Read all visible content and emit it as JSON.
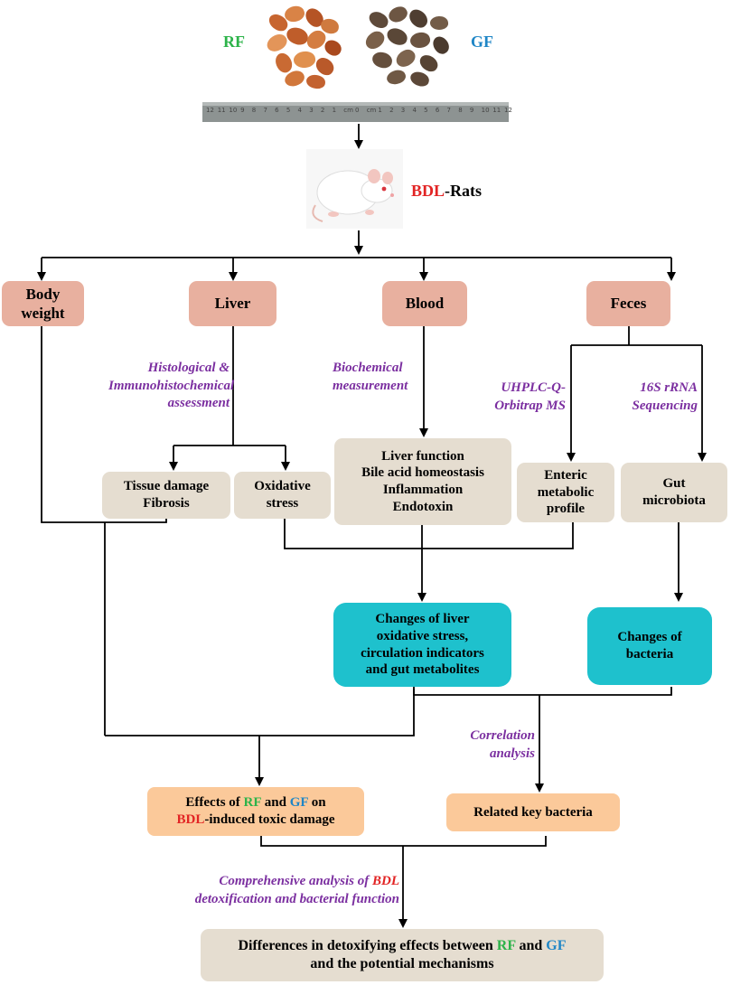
{
  "header": {
    "rf_label": "RF",
    "gf_label": "GF",
    "rats_prefix": "BDL",
    "rats_suffix": "-Rats",
    "ruler_ticks": [
      "12",
      "11",
      "10",
      "9",
      "8",
      "7",
      "6",
      "5",
      "4",
      "3",
      "2",
      "1",
      "cm",
      "0",
      "cm",
      "1",
      "2",
      "3",
      "4",
      "5",
      "6",
      "7",
      "8",
      "9",
      "10",
      "11",
      "12"
    ]
  },
  "nodes": {
    "body_weight": "Body weight",
    "liver": "Liver",
    "blood": "Blood",
    "feces": "Feces",
    "tissue_damage": [
      "Tissue damage",
      "Fibrosis"
    ],
    "oxidative_stress": [
      "Oxidative",
      "stress"
    ],
    "blood_results": [
      "Liver function",
      "Bile acid homeostasis",
      "Inflammation",
      "Endotoxin"
    ],
    "enteric": [
      "Enteric",
      "metabolic",
      "profile"
    ],
    "gut_microbiota": [
      "Gut",
      "microbiota"
    ],
    "changes_liver": [
      "Changes of liver",
      "oxidative stress,",
      "circulation indicators",
      "and gut metabolites"
    ],
    "changes_bacteria": [
      "Changes of",
      "bacteria"
    ],
    "effects": {
      "part1": "Effects of ",
      "rf": "RF",
      "part2": " and ",
      "gf": "GF",
      "part3": " on",
      "bdl": "BDL",
      "part4": "-induced toxic damage"
    },
    "related_bacteria": "Related key bacteria",
    "differences": {
      "part1": "Differences in detoxifying effects between ",
      "rf": "RF",
      "part2": " and ",
      "gf": "GF",
      "line2": "and the potential mechanisms"
    }
  },
  "labels": {
    "histological": [
      "Histological &",
      "Immunohistochemical",
      "assessment"
    ],
    "biochemical": [
      "Biochemical",
      "measurement"
    ],
    "uhplc": [
      "UHPLC-Q-",
      "Orbitrap MS"
    ],
    "sequencing": [
      "16S rRNA",
      "Sequencing"
    ],
    "correlation": [
      "Correlation",
      "analysis"
    ],
    "comprehensive": {
      "part1": "Comprehensive analysis of ",
      "bdl": "BDL",
      "line2": "detoxification and bacterial function"
    }
  },
  "colors": {
    "rf": "#2db34a",
    "gf": "#1f86c6",
    "bdl": "#e22424",
    "label_purple": "#7b2fa0",
    "pink_box": "#e8b09f",
    "beige_box": "#e5ddd0",
    "cyan_box": "#1ec1cd",
    "orange_box": "#fbc99a"
  }
}
